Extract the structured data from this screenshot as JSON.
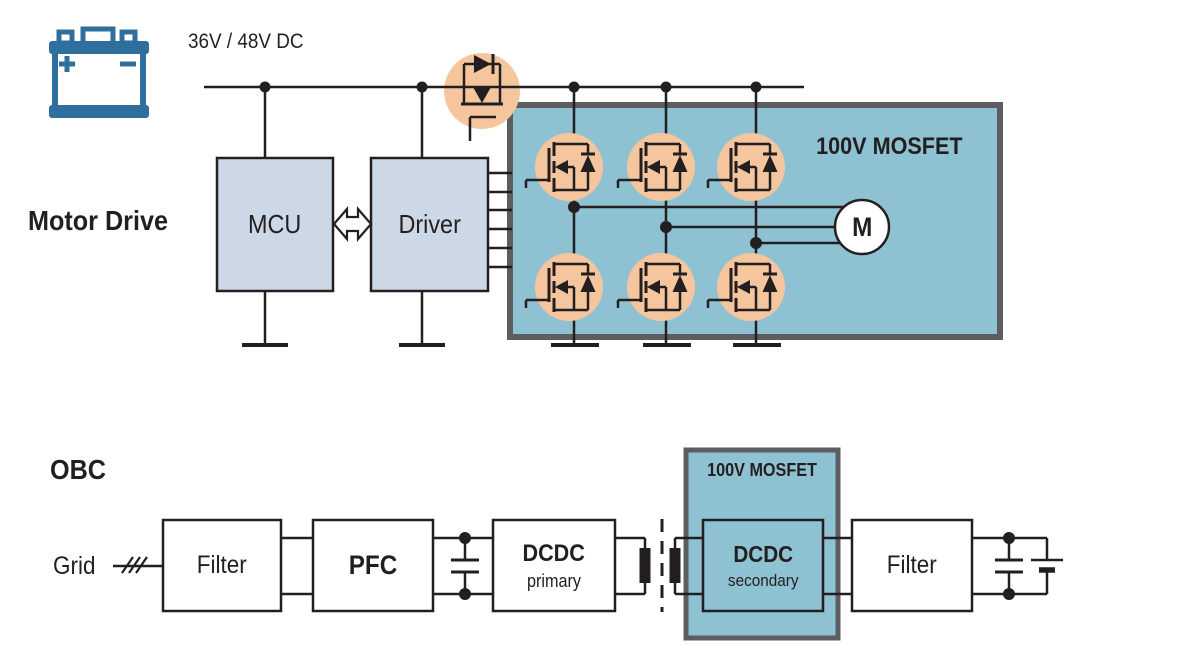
{
  "colors": {
    "ink": "#231f20",
    "module_fill": "#cdd8e6",
    "highlight_fill": "#8ec1d2",
    "highlight_border": "#5b5d60",
    "device_circle_fill": "#f5c69e",
    "battery_icon_blue": "#2e6f9e"
  },
  "motor_drive": {
    "section_label": "Motor Drive",
    "bus_voltage_label": "36V / 48V DC",
    "mcu_label": "MCU",
    "driver_label": "Driver",
    "highlight_box_label": "100V MOSFET",
    "motor_label": "M"
  },
  "obc": {
    "section_label": "OBC",
    "grid_label": "Grid",
    "input_filter_label": "Filter",
    "pfc_label": "PFC",
    "dcdc_primary": {
      "title": "DCDC",
      "subtitle": "primary"
    },
    "highlight_box_label": "100V MOSFET",
    "dcdc_secondary": {
      "title": "DCDC",
      "subtitle": "secondary"
    },
    "output_filter_label": "Filter"
  }
}
